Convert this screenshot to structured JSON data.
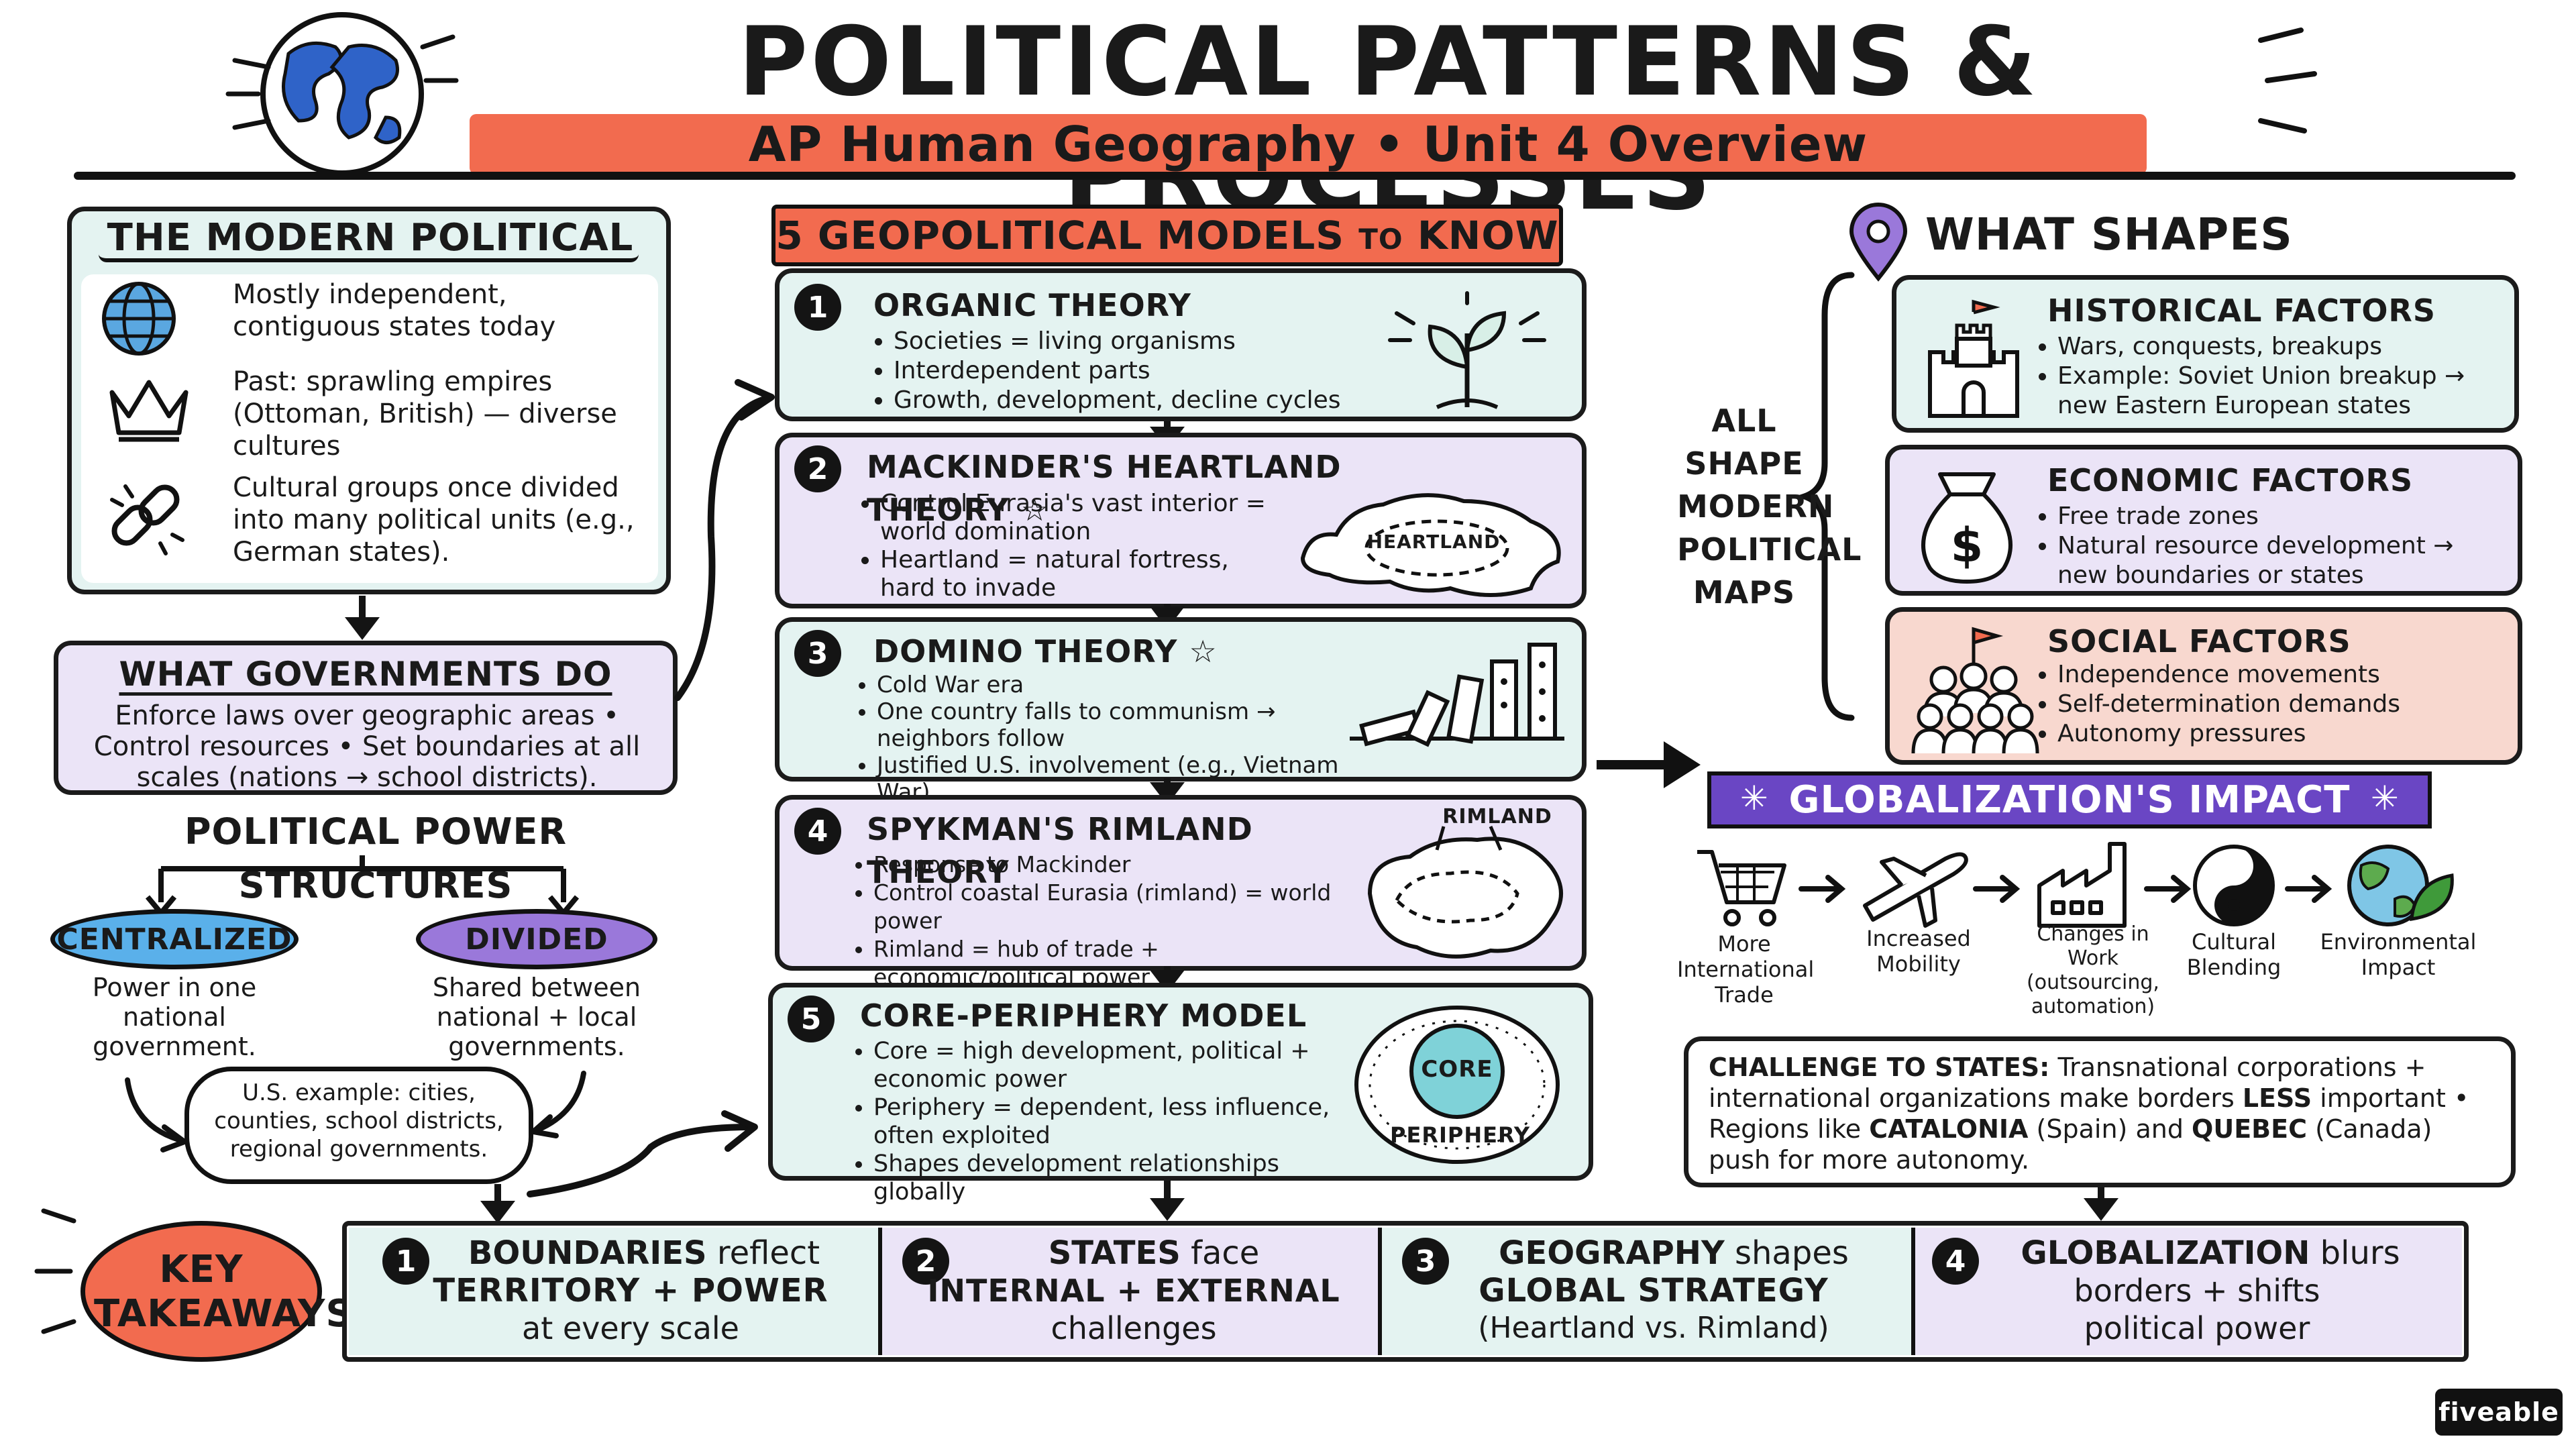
{
  "header": {
    "title": "POLITICAL PATTERNS & PROCESSES",
    "subtitle": "AP Human Geography  •  Unit 4 Overview"
  },
  "modern_map": {
    "title": "THE MODERN POLITICAL MAP",
    "items": [
      {
        "icon": "globe-icon",
        "text": "Mostly independent, contiguous states today"
      },
      {
        "icon": "crown-icon",
        "text": "Past: sprawling empires (Ottoman, British) — diverse cultures"
      },
      {
        "icon": "broken-chain-icon",
        "text": "Cultural groups once divided into many political units (e.g., German states)."
      }
    ]
  },
  "governments": {
    "title": "WHAT GOVERNMENTS DO",
    "text": "Enforce laws over geographic areas • Control resources • Set boundaries at all scales (nations → school districts)."
  },
  "power": {
    "title": "POLITICAL POWER STRUCTURES",
    "centralized_label": "CENTRALIZED",
    "centralized_text": "Power in one national government.",
    "divided_label": "DIVIDED",
    "divided_text": "Shared between national + local governments.",
    "example": "U.S. example: cities, counties, school districts, regional governments."
  },
  "models": {
    "banner": "5 GEOPOLITICAL MODELS",
    "banner_small": "TO",
    "banner_end": "KNOW",
    "items": [
      {
        "num": "1",
        "title": "ORGANIC THEORY",
        "bullets": [
          "Societies = living organisms",
          "Interdependent parts",
          "Growth, development, decline cycles"
        ]
      },
      {
        "num": "2",
        "title": "MACKINDER'S HEARTLAND THEORY",
        "star": "☆",
        "bullets": [
          "Control Eurasia's vast interior = world domination",
          "Heartland = natural fortress, hard to invade"
        ],
        "map_label": "HEARTLAND"
      },
      {
        "num": "3",
        "title": "DOMINO THEORY",
        "star": "☆",
        "bullets": [
          "Cold War era",
          "One country falls to communism → neighbors follow",
          "Justified U.S. involvement (e.g., Vietnam War)"
        ]
      },
      {
        "num": "4",
        "title": "SPYKMAN'S RIMLAND THEORY",
        "bullets": [
          "Response to Mackinder",
          "Control coastal Eurasia (rimland) = world power",
          "Rimland = hub of trade + economic/political power"
        ],
        "map_label": "RIMLAND"
      },
      {
        "num": "5",
        "title": "CORE-PERIPHERY MODEL",
        "bullets": [
          "Core = high development, political + economic power",
          "Periphery = dependent, less influence, often exploited",
          "Shapes development relationships globally"
        ],
        "core_label": "CORE",
        "periphery_label": "PERIPHERY"
      }
    ]
  },
  "shapes": {
    "title": "WHAT SHAPES POLITICAL MAPS?",
    "side_label": [
      "ALL",
      "SHAPE",
      "MODERN",
      "POLITICAL",
      "MAPS"
    ],
    "factors": [
      {
        "title": "HISTORICAL FACTORS",
        "icon": "castle-icon",
        "bullets": [
          "Wars, conquests, breakups",
          "Example: Soviet Union breakup → new Eastern European states"
        ]
      },
      {
        "title": "ECONOMIC FACTORS",
        "icon": "money-bag-icon",
        "bullets": [
          "Free trade zones",
          "Natural resource development → new boundaries or states"
        ]
      },
      {
        "title": "SOCIAL FACTORS",
        "icon": "crowd-flag-icon",
        "bullets": [
          "Independence movements",
          "Self-determination demands",
          "Autonomy pressures"
        ]
      }
    ]
  },
  "globalization": {
    "title": "GLOBALIZATION'S IMPACT",
    "steps": [
      {
        "icon": "cart-icon",
        "label": "More International Trade"
      },
      {
        "icon": "plane-icon",
        "label": "Increased Mobility"
      },
      {
        "icon": "factory-icon",
        "label": "Changes in Work (outsourcing, automation)"
      },
      {
        "icon": "yin-yang-icon",
        "label": "Cultural Blending"
      },
      {
        "icon": "earth-leaf-icon",
        "label": "Environmental Impact"
      }
    ],
    "challenge_lead": "CHALLENGE TO STATES:",
    "challenge_text_1": "Transnational corporations + international organizations make borders",
    "challenge_less": "LESS",
    "challenge_text_2": "important • Regions like",
    "catalonia": "CATALONIA",
    "spain": "(Spain) and",
    "quebec": "QUEBEC",
    "canada": "(Canada) push for more autonomy."
  },
  "takeaways": {
    "badge": "KEY TAKEAWAYS",
    "items": [
      {
        "num": "1",
        "bold": "BOUNDARIES",
        "rest": "reflect",
        "line2": "TERRITORY + POWER",
        "line3": "at every scale"
      },
      {
        "num": "2",
        "bold": "STATES",
        "rest": "face",
        "line2": "INTERNAL + EXTERNAL",
        "line3": "challenges"
      },
      {
        "num": "3",
        "bold": "GEOGRAPHY",
        "rest": "shapes",
        "line2": "GLOBAL STRATEGY",
        "line3": "(Heartland vs. Rimland)"
      },
      {
        "num": "4",
        "bold": "GLOBALIZATION",
        "rest": "blurs",
        "line2": "borders + shifts",
        "line3": "political power"
      }
    ]
  },
  "brand": "fiveable",
  "colors": {
    "accent": "#f26b4f",
    "teal": "#e4f3f1",
    "lavender": "#ebe4f7",
    "salmon": "#f8d8cf",
    "banner_purple": "#6a46c4",
    "blue": "#5ab0ea",
    "purple": "#9a78da"
  }
}
